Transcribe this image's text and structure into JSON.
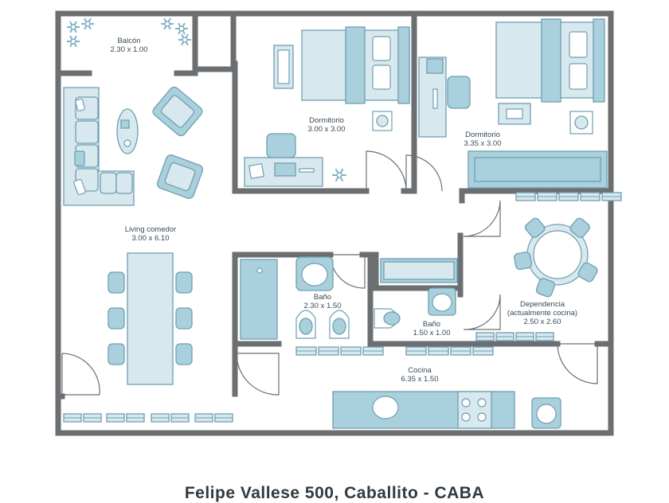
{
  "rooms": {
    "balcon": {
      "name": "Balcón",
      "dims": "2.30 x 1.00"
    },
    "dormitorio1": {
      "name": "Dormitorio",
      "dims": "3.00 x 3.00"
    },
    "dormitorio2": {
      "name": "Dormitorio",
      "dims": "3.35 x 3.00"
    },
    "living": {
      "name": "Living comedor",
      "dims": "3.00 x 6.10"
    },
    "bano1": {
      "name": "Baño",
      "dims": "2.30 x 1.50"
    },
    "bano2": {
      "name": "Baño",
      "dims": "1.50 x 1.00"
    },
    "dependencia": {
      "name": "Dependencia",
      "note": "(actualmente cocina)",
      "dims": "2.50 x 2.60"
    },
    "cocina": {
      "name": "Cocina",
      "dims": "6.35 x 1.50"
    }
  },
  "caption": "Felipe Vallese 500, Caballito - CABA",
  "colors": {
    "wall": "#6b6f72",
    "furniture_fill": "#a9d0dc",
    "furniture_light": "#d7e8ee",
    "furniture_stroke": "#6f9fb0",
    "text": "#3a4a55"
  }
}
